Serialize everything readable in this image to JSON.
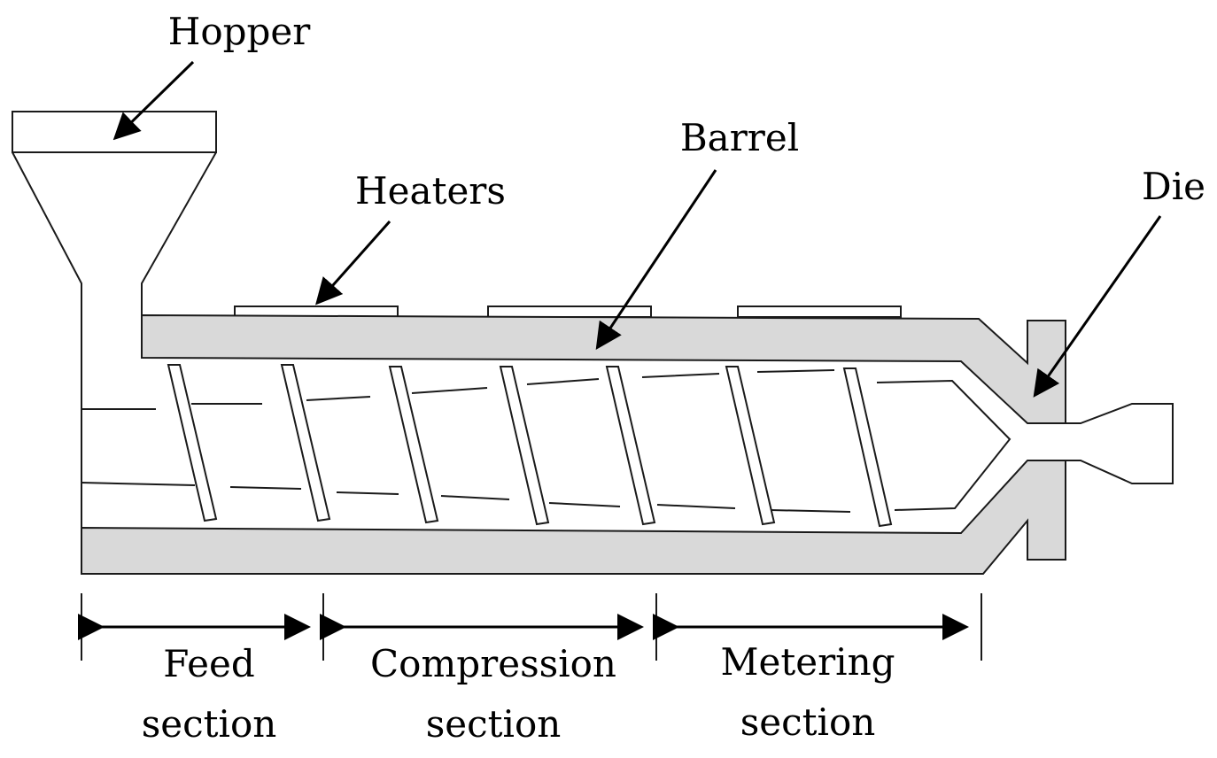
{
  "labels": {
    "hopper": "Hopper",
    "barrel": "Barrel",
    "heaters": "Heaters",
    "die": "Die",
    "feed_line1": "Feed",
    "feed_line2": "section",
    "compression_line1": "Compression",
    "compression_line2": "section",
    "metering_line1": "Metering",
    "metering_line2": "section"
  },
  "colors": {
    "barrel_fill": "#d9d9d9",
    "line": "#1a1a1a",
    "text": "#000000"
  }
}
